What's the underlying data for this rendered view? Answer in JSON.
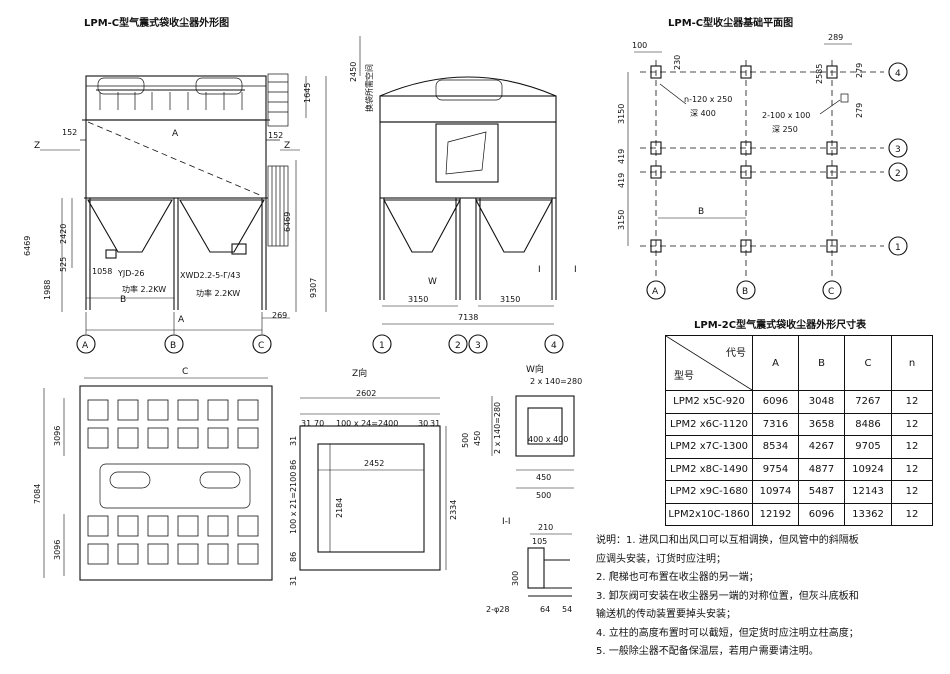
{
  "titles": {
    "outline": "LPM-C型气震式袋收尘器外形图",
    "foundation": "LPM-C型收尘器基础平面图",
    "table": "LPM-2C型气震式袋收尘器外形尺寸表"
  },
  "front_view": {
    "d_1645": "1645",
    "d_2450": "2450",
    "d_replace": "换袋所需空间",
    "d_152a": "152",
    "d_152b": "152",
    "d_A": "A",
    "d_z1": "Z",
    "d_z2": "Z",
    "d_9307": "9307",
    "d_6469a": "6469",
    "d_6469b": "6469",
    "d_2420": "2420",
    "d_525": "525",
    "d_1988": "1988",
    "d_1058": "1058",
    "motor1": "YJD-26",
    "motor2": "XWD2.2-5-Γ/43",
    "power1": "功率 2.2KW",
    "power2": "功率 2.2KW",
    "d_B": "B",
    "d_A2": "A",
    "d_269": "269",
    "axis_A": "A",
    "axis_B": "B",
    "axis_C": "C"
  },
  "side_view": {
    "d_3150a": "3150",
    "d_3150b": "3150",
    "d_7138": "7138",
    "d_W": "W",
    "d_I1": "I",
    "d_I2": "I",
    "axis_1": "1",
    "axis_2": "2",
    "axis_3": "3",
    "axis_4": "4"
  },
  "plan_view": {
    "d_C": "C",
    "d_3096a": "3096",
    "d_3096b": "3096",
    "d_7084": "7084"
  },
  "z_view": {
    "title": "Z向",
    "d_2602": "2602",
    "d_31a": "31",
    "d_70": "70",
    "d_2400": "100 x 24=2400",
    "d_30": "30",
    "d_31b": "31",
    "d_2452": "2452",
    "d_2184": "2184",
    "d_2334": "2334",
    "d_2100": "100 x 21=2100",
    "d_86a": "86",
    "d_86b": "86",
    "d_31c": "31",
    "d_31d": "31"
  },
  "w_view": {
    "title": "W向",
    "d_280": "2 x 140=280",
    "d_500a": "500",
    "d_450a": "450",
    "d_280v": "2 x 140=280",
    "d_400": "400 x 400",
    "d_450b": "450",
    "d_500b": "500"
  },
  "section_ii": {
    "title": "I-I",
    "d_210": "210",
    "d_105": "105",
    "d_300": "300",
    "d_28": "2-φ28",
    "d_64": "64",
    "d_54": "54"
  },
  "foundation": {
    "d_100": "100",
    "d_230": "230",
    "d_289": "289",
    "d_2585": "2585",
    "d_279a": "279",
    "d_279b": "279",
    "d_3150a": "3150",
    "d_419a": "419",
    "d_419b": "419",
    "d_3150b": "3150",
    "pit1": "n-120 x 250",
    "pit1_depth": "深 400",
    "pit2": "2-100 x 100",
    "pit2_depth": "深 250",
    "d_B": "B",
    "axis_1": "1",
    "axis_2": "2",
    "axis_3": "3",
    "axis_4": "4",
    "axis_A": "A",
    "axis_B": "B",
    "axis_C": "C"
  },
  "table": {
    "header_code": "代号",
    "header_model": "型号",
    "columns": [
      "A",
      "B",
      "C",
      "n"
    ],
    "rows": [
      {
        "model": "LPM2 x5C-920",
        "A": "6096",
        "B": "3048",
        "C": "7267",
        "n": "12"
      },
      {
        "model": "LPM2 x6C-1120",
        "A": "7316",
        "B": "3658",
        "C": "8486",
        "n": "12"
      },
      {
        "model": "LPM2 x7C-1300",
        "A": "8534",
        "B": "4267",
        "C": "9705",
        "n": "12"
      },
      {
        "model": "LPM2 x8C-1490",
        "A": "9754",
        "B": "4877",
        "C": "10924",
        "n": "12"
      },
      {
        "model": "LPM2 x9C-1680",
        "A": "10974",
        "B": "5487",
        "C": "12143",
        "n": "12"
      },
      {
        "model": "LPM2x10C-1860",
        "A": "12192",
        "B": "6096",
        "C": "13362",
        "n": "12"
      }
    ]
  },
  "notes": [
    "说明：1. 进风口和出风口可以互相调换，但风管中的斜隔板",
    "应调头安装，订货时应注明；",
    "2. 爬梯也可布置在收尘器的另一端；",
    "3. 卸灰阀可安装在收尘器另一端的对称位置，但灰斗底板和",
    "输送机的传动装置要掉头安装；",
    "4. 立柱的高度布置时可以截短，但定货时应注明立柱高度；",
    "5. 一般除尘器不配备保温层，若用户需要请注明。"
  ]
}
